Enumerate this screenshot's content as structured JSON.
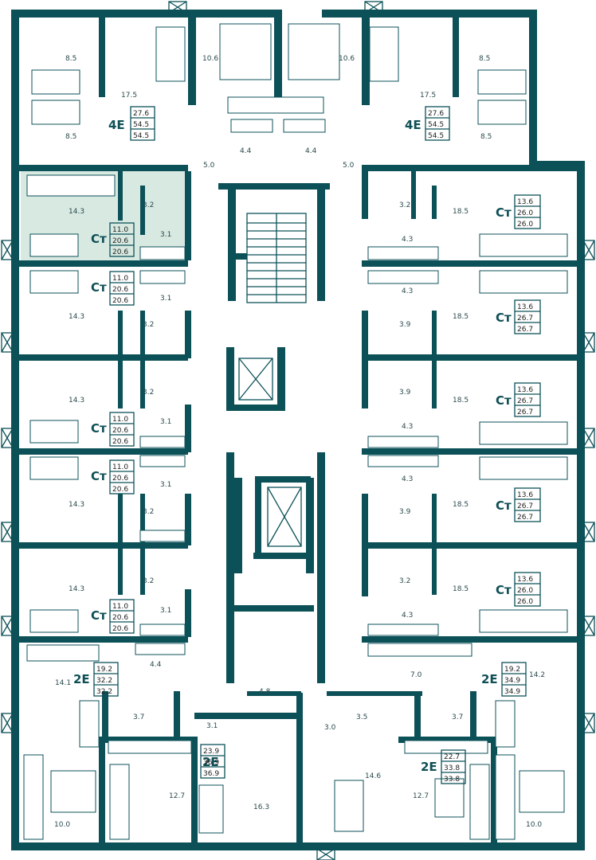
{
  "colors": {
    "wall": "#0c5158",
    "highlight": "#d8e9e1",
    "text": "#2b4a4d",
    "furniture": "#0c5158"
  },
  "units": [
    {
      "id": "u4e-left",
      "code": "4E",
      "areas": [
        "27.6",
        "54.5",
        "54.5"
      ]
    },
    {
      "id": "u4e-right",
      "code": "4E",
      "areas": [
        "27.6",
        "54.5",
        "54.5"
      ]
    },
    {
      "id": "uct-l1",
      "code": "Ст",
      "areas": [
        "11.0",
        "20.6",
        "20.6"
      ]
    },
    {
      "id": "uct-l2",
      "code": "Ст",
      "areas": [
        "11.0",
        "20.6",
        "20.6"
      ]
    },
    {
      "id": "uct-l3",
      "code": "Ст",
      "areas": [
        "11.0",
        "20.6",
        "20.6"
      ]
    },
    {
      "id": "uct-l4",
      "code": "Ст",
      "areas": [
        "11.0",
        "20.6",
        "20.6"
      ]
    },
    {
      "id": "uct-l5",
      "code": "Ст",
      "areas": [
        "11.0",
        "20.6",
        "20.6"
      ]
    },
    {
      "id": "uct-r1",
      "code": "Ст",
      "areas": [
        "13.6",
        "26.0",
        "26.0"
      ]
    },
    {
      "id": "uct-r2",
      "code": "Ст",
      "areas": [
        "13.6",
        "26.7",
        "26.7"
      ]
    },
    {
      "id": "uct-r3",
      "code": "Ст",
      "areas": [
        "13.6",
        "26.7",
        "26.7"
      ]
    },
    {
      "id": "uct-r4",
      "code": "Ст",
      "areas": [
        "13.6",
        "26.7",
        "26.7"
      ]
    },
    {
      "id": "uct-r5",
      "code": "Ст",
      "areas": [
        "13.6",
        "26.0",
        "26.0"
      ]
    },
    {
      "id": "u2e-left",
      "code": "2E",
      "areas": [
        "19.2",
        "32.2",
        "32.2"
      ]
    },
    {
      "id": "u2e-right",
      "code": "2E",
      "areas": [
        "19.2",
        "34.9",
        "34.9"
      ]
    },
    {
      "id": "u2e-bot-c",
      "code": "2E",
      "areas": [
        "23.9",
        "36.9",
        "36.9"
      ]
    },
    {
      "id": "u2e-bot-r",
      "code": "2E",
      "areas": [
        "22.7",
        "33.8",
        "33.8"
      ]
    }
  ],
  "rooms": [
    "8.5",
    "10.6",
    "10.6",
    "8.5",
    "17.5",
    "17.5",
    "8.5",
    "8.5",
    "4.4",
    "4.4",
    "5.0",
    "5.0",
    "14.3",
    "3.2",
    "3.1",
    "18.5",
    "3.2",
    "4.3",
    "3.1",
    "3.2",
    "14.3",
    "4.3",
    "3.9",
    "18.5",
    "14.3",
    "3.2",
    "3.1",
    "3.9",
    "4.3",
    "18.5",
    "3.1",
    "3.2",
    "14.3",
    "4.3",
    "3.9",
    "18.5",
    "14.3",
    "3.2",
    "3.1",
    "3.2",
    "4.3",
    "18.5",
    "4.4",
    "14.1",
    "7.0",
    "14.2",
    "4.8",
    "3.7",
    "3.5",
    "3.7",
    "3.1",
    "3.0",
    "12.7",
    "16.3",
    "14.6",
    "12.7",
    "10.0",
    "10.0"
  ]
}
